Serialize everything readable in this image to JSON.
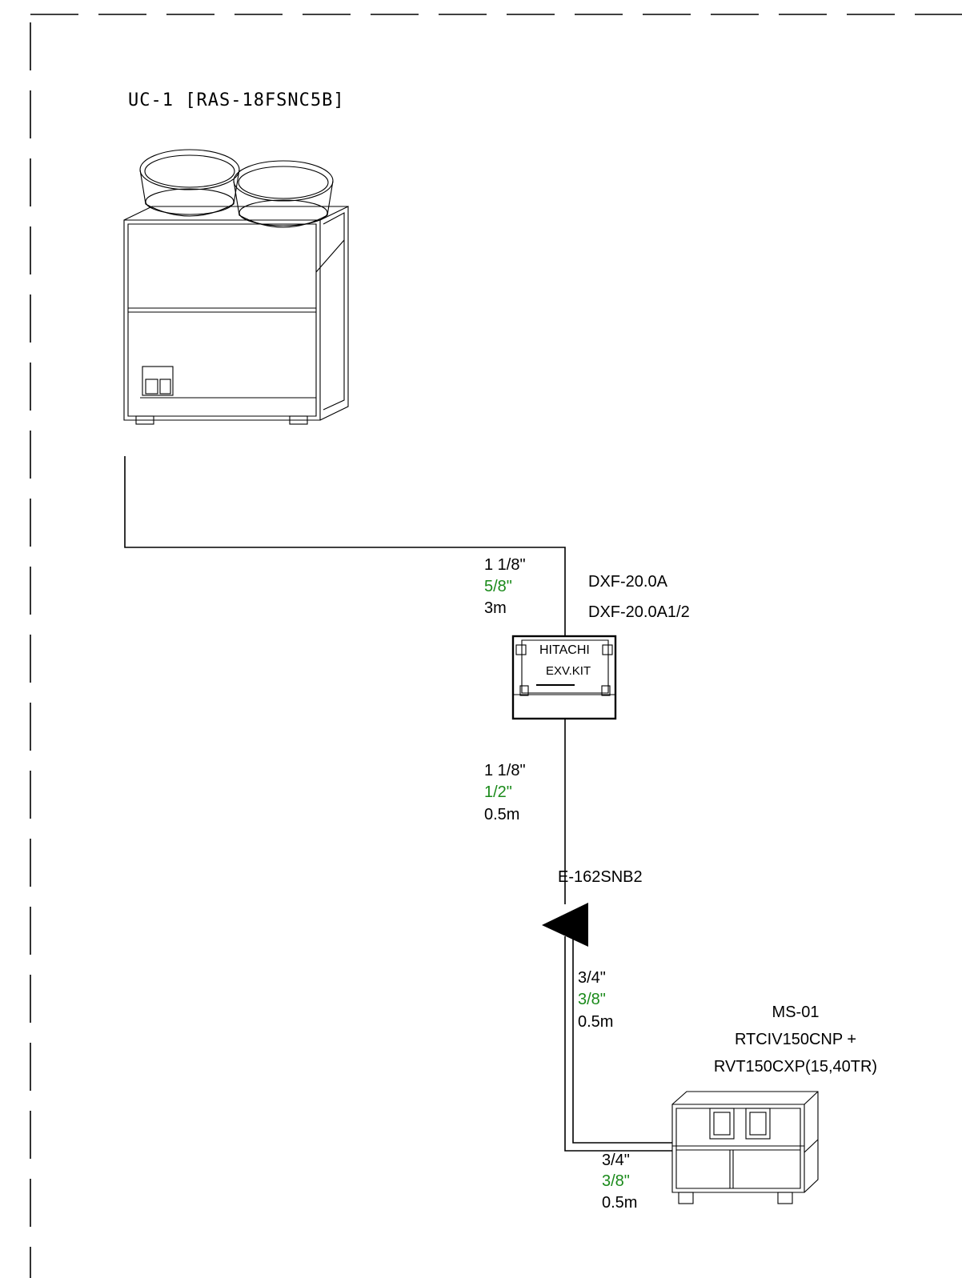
{
  "outdoor_unit": {
    "label": "UC-1 [RAS-18FSNC5B]"
  },
  "seg1": {
    "line1": "1 1/8\"",
    "line2": "5/8\"",
    "line3": "3m"
  },
  "exv_kit": {
    "model1": "DXF-20.0A",
    "model2": "DXF-20.0A1/2",
    "brand": "HITACHI",
    "kit": "EXV.KIT"
  },
  "seg2": {
    "line1": "1 1/8\"",
    "line2": "1/2\"",
    "line3": "0.5m"
  },
  "branch": {
    "label": "E-162SNB2"
  },
  "seg3": {
    "line1": "3/4\"",
    "line2": "3/8\"",
    "line3": "0.5m"
  },
  "indoor_unit": {
    "name": "MS-01",
    "model1": "RTCIV150CNP +",
    "model2": "RVT150CXP(15,40TR)"
  },
  "seg4": {
    "line1": "3/4\"",
    "line2": "3/8\"",
    "line3": "0.5m"
  },
  "colors": {
    "gas_pipe_label": "#000000",
    "liquid_pipe_label": "#1a8a1a"
  }
}
